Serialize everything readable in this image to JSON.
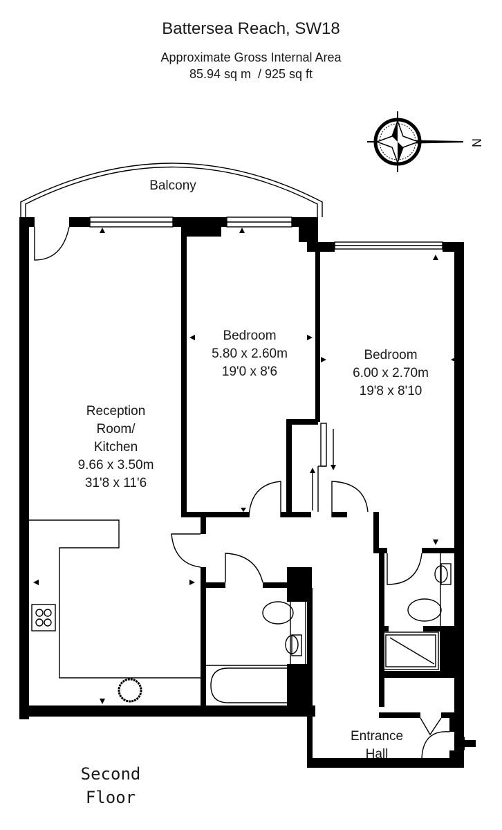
{
  "header": {
    "title": "Battersea Reach, SW18",
    "area_label": "Approximate Gross Internal Area",
    "area_value": "85.94 sq m  / 925 sq ft"
  },
  "compass": {
    "icon": "compass-rose-icon",
    "direction_label": "N"
  },
  "rooms": {
    "balcony": {
      "name": "Balcony"
    },
    "bedroom_1": {
      "name": "Bedroom",
      "metric": "5.80 x 2.60m",
      "imperial": "19'0 x 8'6"
    },
    "bedroom_2": {
      "name": "Bedroom",
      "metric": "6.00 x 2.70m",
      "imperial": "19'8 x 8'10"
    },
    "reception": {
      "name_line1": "Reception",
      "name_line2": "Room/",
      "name_line3": "Kitchen",
      "metric": "9.66 x 3.50m",
      "imperial": "31'8 x 11'6"
    },
    "entrance": {
      "name_line1": "Entrance",
      "name_line2": "Hall"
    }
  },
  "floor_label": {
    "line1": "Second",
    "line2": "Floor"
  },
  "colors": {
    "wall": "#000000",
    "background": "#ffffff",
    "text": "#1a1a1a"
  }
}
